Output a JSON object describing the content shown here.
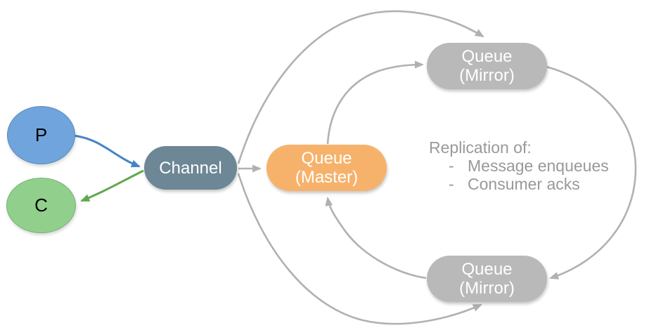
{
  "diagram": {
    "producer": {
      "label": "P"
    },
    "consumer": {
      "label": "C"
    },
    "channel": {
      "label": "Channel"
    },
    "queue_master": {
      "line1": "Queue",
      "line2": "(Master)"
    },
    "queue_mirror_top": {
      "line1": "Queue",
      "line2": "(Mirror)"
    },
    "queue_mirror_bottom": {
      "line1": "Queue",
      "line2": "(Mirror)"
    },
    "annotation": {
      "title": "Replication of:",
      "items": [
        {
          "bullet": "-",
          "text": "Message enqueues"
        },
        {
          "bullet": "-",
          "text": "Consumer acks"
        }
      ]
    }
  },
  "colors": {
    "producer_fill": "#6FA4DC",
    "consumer_fill": "#90D08C",
    "channel_fill": "#6D8796",
    "master_fill": "#F6B26B",
    "mirror_fill": "#B9B9B9",
    "arrow_gray": "#B1B1B1",
    "arrow_blue": "#4583C7",
    "arrow_green": "#60A84E",
    "annotation_text": "#999999",
    "node_text_light": "#FFFFFF",
    "node_text_dark": "#000000"
  }
}
